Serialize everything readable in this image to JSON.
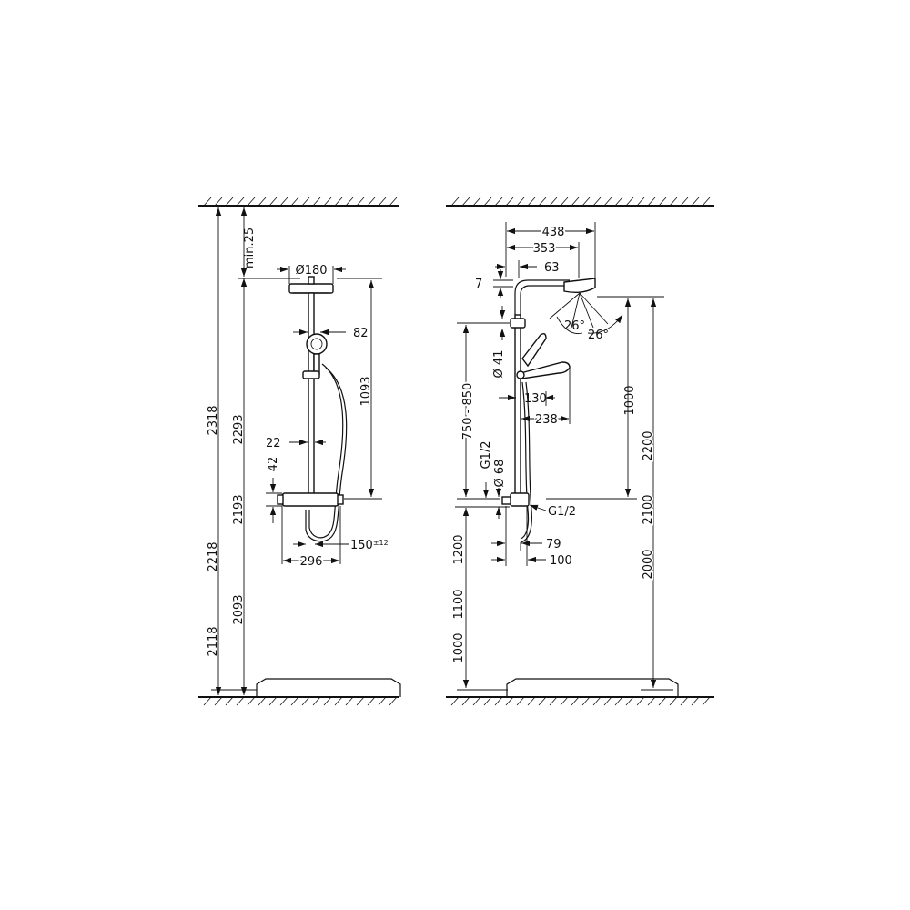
{
  "colors": {
    "line": "#111111",
    "background": "#ffffff"
  },
  "front": {
    "min25": "min.25",
    "d180": "Ø180",
    "d82": "82",
    "d1093": "1093",
    "d22": "22",
    "d42": "42",
    "d150": "150",
    "d150tol": "±12",
    "d296": "296",
    "h2318": "2318",
    "h2293": "2293",
    "h2218": "2218",
    "h2193": "2193",
    "h2118": "2118",
    "h2093": "2093"
  },
  "side": {
    "d438": "438",
    "d353": "353",
    "d63": "63",
    "d7": "7",
    "a26a": "26°",
    "a26b": "26°",
    "d41": "Ø 41",
    "d750": "750 - 850",
    "d130": "130",
    "d238": "238",
    "g12a": "G1/2",
    "d68": "Ø 68",
    "g12b": "G1/2",
    "d79": "79",
    "d100": "100",
    "h1000a": "1000",
    "h2200": "2200",
    "h2100": "2100",
    "h2000": "2000",
    "h1200": "1200",
    "h1100": "1100",
    "h1000b": "1000"
  }
}
